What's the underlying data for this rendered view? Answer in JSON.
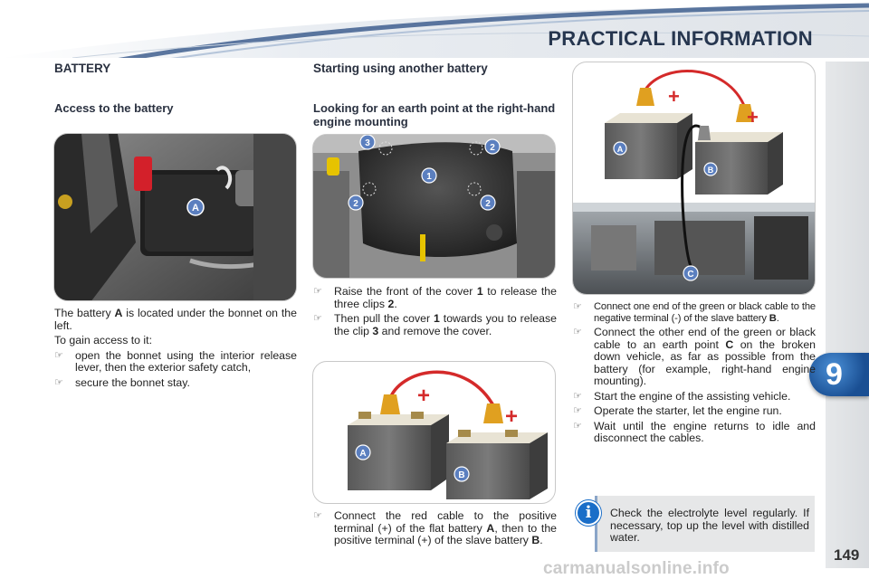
{
  "header": {
    "title": "PRACTICAL INFORMATION"
  },
  "chapter": {
    "number": "9"
  },
  "left": {
    "section_title": "BATTERY",
    "subtitle": "Access to the battery",
    "photo_label": "A",
    "intro_1": "The battery ",
    "intro_A": "A",
    "intro_2": " is located under the bonnet on the left.",
    "to_gain": "To gain access to it:",
    "steps": [
      "open the bonnet using the interior release lever, then the exterior safety catch,",
      "secure the bonnet stay."
    ]
  },
  "middle": {
    "section_title": "Starting using another battery",
    "subtitle": "Looking for an earth point at the right-hand engine mounting",
    "photo_labels": [
      "1",
      "2",
      "2",
      "2",
      "3"
    ],
    "step1_a": "Raise the front of the cover ",
    "step1_num": "1",
    "step1_b": " to release the three clips ",
    "step1_num2": "2",
    "step1_c": ".",
    "step2_a": "Then pull the cover ",
    "step2_num": "1",
    "step2_b": " towards you to release the clip ",
    "step2_num2": "3",
    "step2_c": " and remove the cover.",
    "illus_labels": [
      "A",
      "B",
      "+",
      "+"
    ],
    "step3_a": "Connect the red cable to the positive terminal (+) of the flat battery ",
    "step3_A": "A",
    "step3_b": ", then to the positive terminal (+) of the slave battery ",
    "step3_B": "B",
    "step3_c": "."
  },
  "right": {
    "illus_labels": [
      "A",
      "B",
      "C",
      "+",
      "+"
    ],
    "step1_a": "Connect one end of the green or black cable to the negative terminal (-) of the slave battery ",
    "step1_B": "B",
    "step1_c": ".",
    "step2_a": "Connect the other end of the green or black cable to an earth point ",
    "step2_C": "C",
    "step2_b": " on the broken down vehicle, as far as possible from the battery (for example, right-hand engine mounting).",
    "steps_rest": [
      "Start the engine of the assisting vehicle.",
      "Operate the starter, let the engine run.",
      "Wait until the engine returns to idle and disconnect the cables."
    ],
    "info_text": "Check the electrolyte level regularly. If necessary, top up the level with distilled water."
  },
  "page_number": "149",
  "watermark": "carmanualsonline.info",
  "colors": {
    "title": "#26364f",
    "accent_blue": "#1a6ec8",
    "cable_red": "#d42a2a",
    "badge": "#1f5ea8"
  }
}
